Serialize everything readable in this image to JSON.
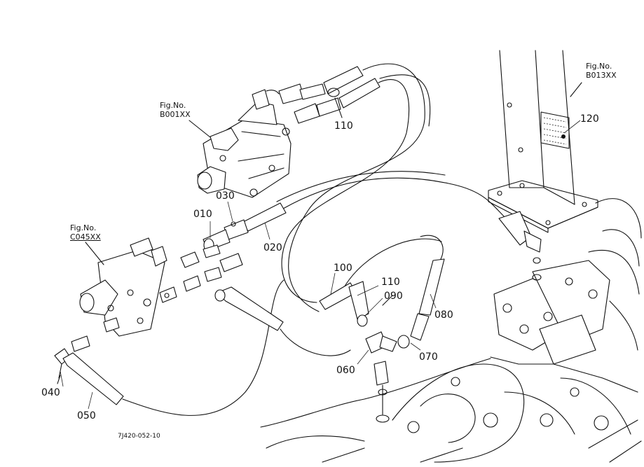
{
  "diagram": {
    "drawing_code": "7J420-052-10",
    "references": [
      {
        "id": "ref-b001xx",
        "line1": "Fig.No.",
        "line2": "B001XX"
      },
      {
        "id": "ref-c045xx",
        "line1": "Fig.No.",
        "line2": "C045XX"
      },
      {
        "id": "ref-b013xx",
        "line1": "Fig.No.",
        "line2": "B013XX"
      }
    ],
    "callouts": [
      {
        "id": "p010",
        "label": "010"
      },
      {
        "id": "p020",
        "label": "020"
      },
      {
        "id": "p030",
        "label": "030"
      },
      {
        "id": "p040",
        "label": "040"
      },
      {
        "id": "p050",
        "label": "050"
      },
      {
        "id": "p060",
        "label": "060"
      },
      {
        "id": "p070",
        "label": "070"
      },
      {
        "id": "p080",
        "label": "080"
      },
      {
        "id": "p090",
        "label": "090"
      },
      {
        "id": "p100",
        "label": "100"
      },
      {
        "id": "p110a",
        "label": "110"
      },
      {
        "id": "p110b",
        "label": "110"
      },
      {
        "id": "p120",
        "label": "120"
      }
    ]
  }
}
